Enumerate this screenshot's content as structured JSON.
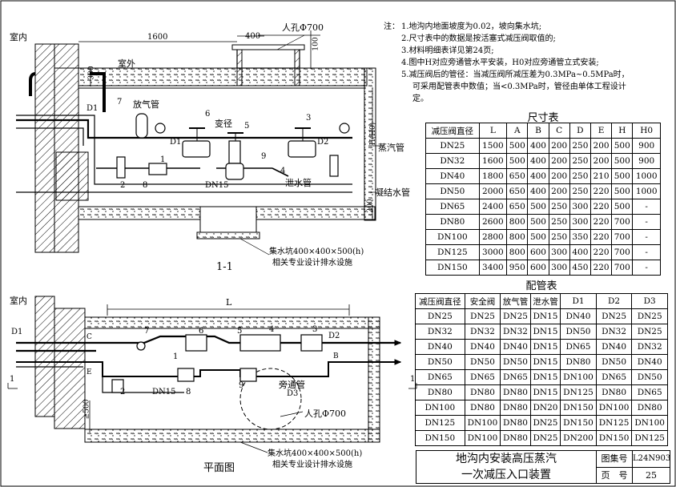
{
  "notes": {
    "prefix": "注：",
    "items": [
      "1.地沟内地面坡度为0.02，坡向集水坑;",
      "2.尺寸表中的数据是按活塞式减压阀取值的;",
      "3.材料明细表详见第24页;",
      "4.图中H对应旁通管水平安装，H0对应旁通管立式安装;",
      "5.减压阀后的管径：当减压阀所减压差为0.3MPa~0.5MPa时，",
      "可采用配管表中数值；当<0.3MPa时，管径由单体工程设计",
      "定。"
    ]
  },
  "section_view": {
    "caption": "1-1",
    "room_label": "室内",
    "outdoor_label": "室外",
    "dim_1600": "1600",
    "dim_400": "400",
    "dim_100": "100",
    "dim_300": "300",
    "dim_h": "H(H0)",
    "dim_200": "200",
    "manhole": "人孔Φ700",
    "vent_pipe": "放气管",
    "reducer": "变径",
    "steam_pipe": "蒸汽管",
    "drain_pipe": "泄水管",
    "condensate_pipe": "凝结水管",
    "d1": "D1",
    "d2": "D2",
    "dn15": "DN15",
    "sump": "集水坑400×400×500(h)",
    "sump_note": "相关专业设计排水设施",
    "numbers": [
      "7",
      "6",
      "5",
      "3",
      "1",
      "2",
      "8",
      "9",
      "4"
    ]
  },
  "plan_view": {
    "caption": "平面图",
    "room_label": "室内",
    "dim_l": "L",
    "d1": "D1",
    "d2": "D2",
    "d3": "D3",
    "dn15": "DN15",
    "bypass": "旁通管",
    "manhole": "人孔Φ700",
    "sump": "集水坑400×400×500(h)",
    "sump_note": "相关专业设计排水设施",
    "dim_500": "≥500",
    "dim_c": "C",
    "dim_e": "E",
    "dim_b": "B",
    "section_mark": "1",
    "numbers": [
      "7",
      "6",
      "5",
      "4",
      "3",
      "1",
      "9",
      "2",
      "8"
    ]
  },
  "size_table": {
    "title": "尺寸表",
    "headers": [
      "减压阀直径",
      "L",
      "A",
      "B",
      "C",
      "D",
      "E",
      "H",
      "H0"
    ],
    "rows": [
      [
        "DN25",
        "1500",
        "500",
        "400",
        "200",
        "250",
        "200",
        "500",
        "900"
      ],
      [
        "DN32",
        "1600",
        "500",
        "400",
        "200",
        "250",
        "200",
        "500",
        "900"
      ],
      [
        "DN40",
        "1800",
        "650",
        "400",
        "200",
        "250",
        "210",
        "500",
        "1000"
      ],
      [
        "DN50",
        "2000",
        "650",
        "400",
        "200",
        "250",
        "220",
        "500",
        "1000"
      ],
      [
        "DN65",
        "2400",
        "650",
        "500",
        "250",
        "300",
        "220",
        "500",
        "-"
      ],
      [
        "DN80",
        "2600",
        "800",
        "500",
        "250",
        "300",
        "220",
        "700",
        "-"
      ],
      [
        "DN100",
        "2800",
        "800",
        "500",
        "250",
        "350",
        "220",
        "700",
        "-"
      ],
      [
        "DN125",
        "3000",
        "800",
        "600",
        "300",
        "400",
        "220",
        "700",
        "-"
      ],
      [
        "DN150",
        "3400",
        "950",
        "600",
        "300",
        "450",
        "220",
        "700",
        "-"
      ]
    ]
  },
  "pipe_table": {
    "title": "配管表",
    "headers": [
      "减压阀直径",
      "安全阀",
      "放气管",
      "泄水管",
      "D1",
      "D2",
      "D3"
    ],
    "rows": [
      [
        "DN25",
        "DN25",
        "DN25",
        "DN15",
        "DN40",
        "DN25",
        "DN25"
      ],
      [
        "DN32",
        "DN32",
        "DN32",
        "DN15",
        "DN50",
        "DN32",
        "DN25"
      ],
      [
        "DN40",
        "DN40",
        "DN40",
        "DN15",
        "DN65",
        "DN40",
        "DN32"
      ],
      [
        "DN50",
        "DN50",
        "DN50",
        "DN15",
        "DN80",
        "DN50",
        "DN40"
      ],
      [
        "DN65",
        "DN65",
        "DN65",
        "DN15",
        "DN100",
        "DN65",
        "DN50"
      ],
      [
        "DN80",
        "DN80",
        "DN80",
        "DN15",
        "DN125",
        "DN80",
        "DN65"
      ],
      [
        "DN100",
        "DN80",
        "DN80",
        "DN20",
        "DN150",
        "DN100",
        "DN80"
      ],
      [
        "DN125",
        "DN100",
        "DN80",
        "DN25",
        "DN150",
        "DN125",
        "DN100"
      ],
      [
        "DN150",
        "DN100",
        "DN80",
        "DN25",
        "DN200",
        "DN150",
        "DN125"
      ]
    ]
  },
  "title_block": {
    "title_line1": "地沟内安装高压蒸汽",
    "title_line2": "一次减压入口装置",
    "atlas_label": "图集号",
    "atlas_no": "L24N903",
    "page_label": "页　号",
    "page_no": "25"
  }
}
